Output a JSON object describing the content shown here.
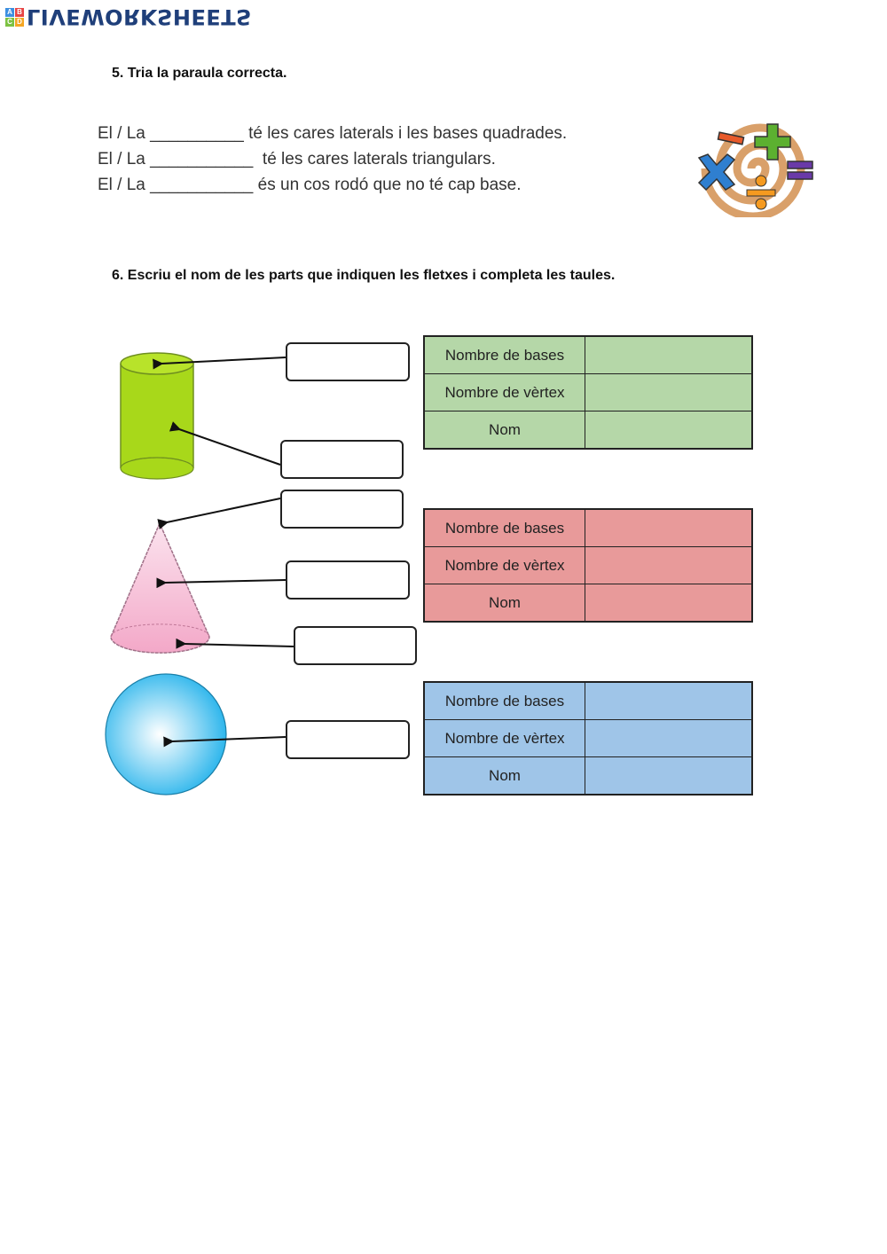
{
  "header": {
    "logo_text": "LIVEWORKSHEETS",
    "logo_blocks": [
      "A",
      "B",
      "C",
      "D"
    ],
    "logo_block_colors": [
      "#3d8fe0",
      "#e84545",
      "#7cc242",
      "#f5a623"
    ],
    "logo_color": "#1f3f7a"
  },
  "exercise5": {
    "title": "5.   Tria la paraula correcta.",
    "sentences": [
      "El / La __________ té les cares laterals i les bases quadrades.",
      "El / La ___________  té les cares laterals triangulars.",
      "El / La ___________ és un cos rodó que no té cap base."
    ],
    "icon": "math-operations-icon"
  },
  "exercise6": {
    "title": "6.   Escriu el nom de les parts que indiquen les fletxes i completa les taules.",
    "shapes": [
      {
        "name": "cylinder",
        "color": "#a8d81a",
        "answer_boxes": 2
      },
      {
        "name": "cone",
        "color": "#f7b8d0",
        "answer_boxes": 3
      },
      {
        "name": "sphere",
        "color": "#3bbdf0",
        "answer_boxes": 1
      }
    ],
    "tables": [
      {
        "color": "#b5d7a8",
        "rows": [
          {
            "label": "Nombre de bases",
            "value": ""
          },
          {
            "label": "Nombre de vèrtex",
            "value": ""
          },
          {
            "label": "Nom",
            "value": ""
          }
        ]
      },
      {
        "color": "#e89a9a",
        "rows": [
          {
            "label": "Nombre de bases",
            "value": ""
          },
          {
            "label": "Nombre de vèrtex",
            "value": ""
          },
          {
            "label": "Nom",
            "value": ""
          }
        ]
      },
      {
        "color": "#9fc5e8",
        "rows": [
          {
            "label": "Nombre de bases",
            "value": ""
          },
          {
            "label": "Nombre de vèrtex",
            "value": ""
          },
          {
            "label": "Nom",
            "value": ""
          }
        ]
      }
    ]
  }
}
